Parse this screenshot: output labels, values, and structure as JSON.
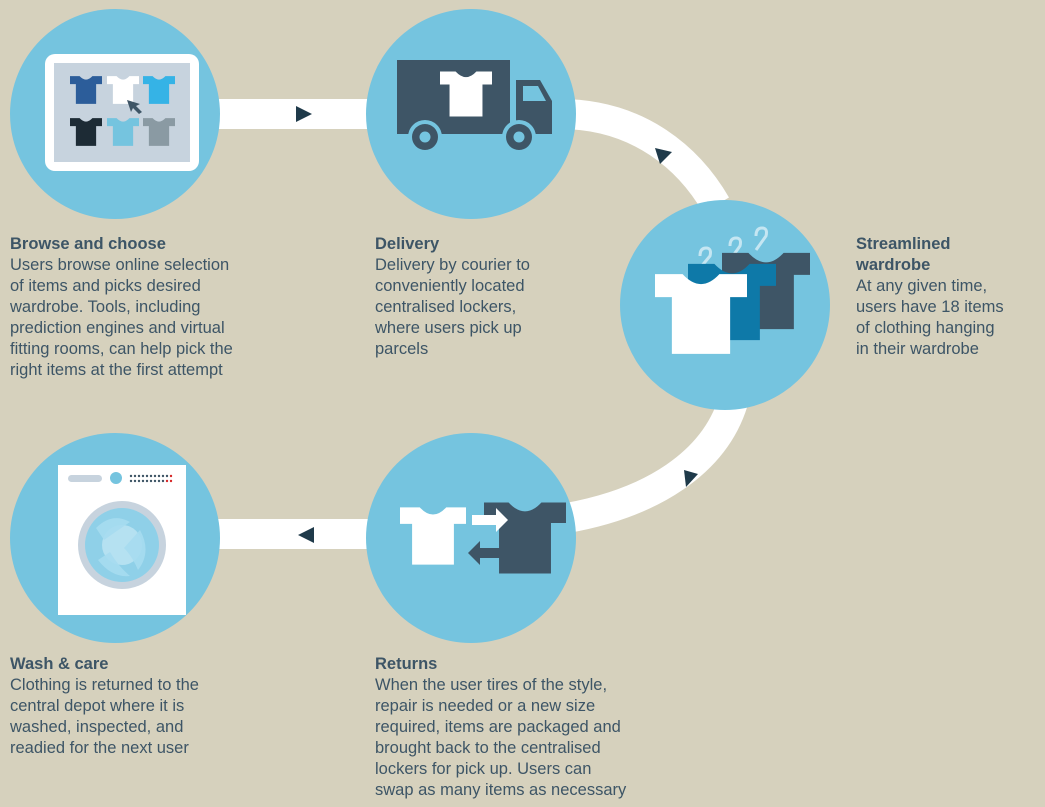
{
  "colors": {
    "background": "#d6d1bd",
    "circle": "#75c4df",
    "path": "#ffffff",
    "arrow": "#1f3a4a",
    "text": "#3d5566",
    "shirt_dark": "#3e5566",
    "shirt_navy": "#2c5d9a",
    "shirt_blue": "#0e79a8",
    "shirt_sky": "#35b3e6",
    "shirt_black": "#1d2b35",
    "shirt_grey": "#8a9aa3"
  },
  "steps": {
    "browse": {
      "title": "Browse and choose",
      "body": "Users browse online selection\nof items and picks desired\nwardrobe. Tools, including\nprediction engines and virtual\nfitting rooms, can help pick the\nright items at the first attempt",
      "icon": "tablet-shirts-icon"
    },
    "delivery": {
      "title": "Delivery",
      "body": "Delivery by courier to\nconveniently located\ncentralised lockers,\nwhere users pick up\nparcels",
      "icon": "delivery-truck-icon"
    },
    "wardrobe": {
      "title": "Streamlined\nwardrobe",
      "body": "At any given time,\nusers have 18 items\nof clothing hanging\nin their wardrobe",
      "icon": "hanging-shirts-icon"
    },
    "returns": {
      "title": "Returns",
      "body": "When the user tires of the style,\nrepair is needed or a new size\nrequired, items are packaged and\nbrought back to the centralised\nlockers for pick up. Users can\nswap as many items as necessary",
      "icon": "swap-shirts-icon"
    },
    "wash": {
      "title": "Wash & care",
      "body": "Clothing is returned to the\ncentral depot where it is\nwashed, inspected, and\nreadied for the next user",
      "icon": "washing-machine-icon"
    }
  }
}
